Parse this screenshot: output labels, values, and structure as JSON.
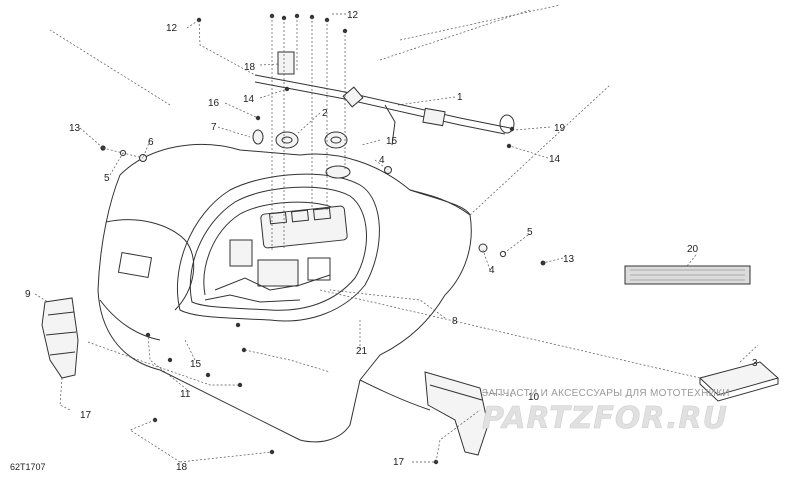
{
  "diagram_code": "62T1707",
  "callouts": [
    {
      "id": "c1",
      "label": "1"
    },
    {
      "id": "c2",
      "label": "2"
    },
    {
      "id": "c3",
      "label": "3"
    },
    {
      "id": "c4a",
      "label": "4"
    },
    {
      "id": "c4b",
      "label": "4"
    },
    {
      "id": "c5a",
      "label": "5"
    },
    {
      "id": "c5b",
      "label": "5"
    },
    {
      "id": "c6",
      "label": "6"
    },
    {
      "id": "c7",
      "label": "7"
    },
    {
      "id": "c8",
      "label": "8"
    },
    {
      "id": "c9",
      "label": "9"
    },
    {
      "id": "c10",
      "label": "10"
    },
    {
      "id": "c11",
      "label": "11"
    },
    {
      "id": "c12a",
      "label": "12"
    },
    {
      "id": "c12b",
      "label": "12"
    },
    {
      "id": "c13a",
      "label": "13"
    },
    {
      "id": "c13b",
      "label": "13"
    },
    {
      "id": "c14a",
      "label": "14"
    },
    {
      "id": "c14b",
      "label": "14"
    },
    {
      "id": "c15a",
      "label": "15"
    },
    {
      "id": "c15b",
      "label": "15"
    },
    {
      "id": "c16",
      "label": "16"
    },
    {
      "id": "c17a",
      "label": "17"
    },
    {
      "id": "c17b",
      "label": "17"
    },
    {
      "id": "c18a",
      "label": "18"
    },
    {
      "id": "c18b",
      "label": "18"
    },
    {
      "id": "c19",
      "label": "19"
    },
    {
      "id": "c20",
      "label": "20"
    },
    {
      "id": "c21",
      "label": "21"
    }
  ],
  "watermark": {
    "tagline": "ЗАПЧАСТИ И АКСЕССУАРЫ ДЛЯ МОТОТЕХНИКИ",
    "logo": "PARTZFOR.RU"
  },
  "colors": {
    "line": "#333333",
    "leader": "#555555",
    "watermark": "#cfcfcf"
  }
}
